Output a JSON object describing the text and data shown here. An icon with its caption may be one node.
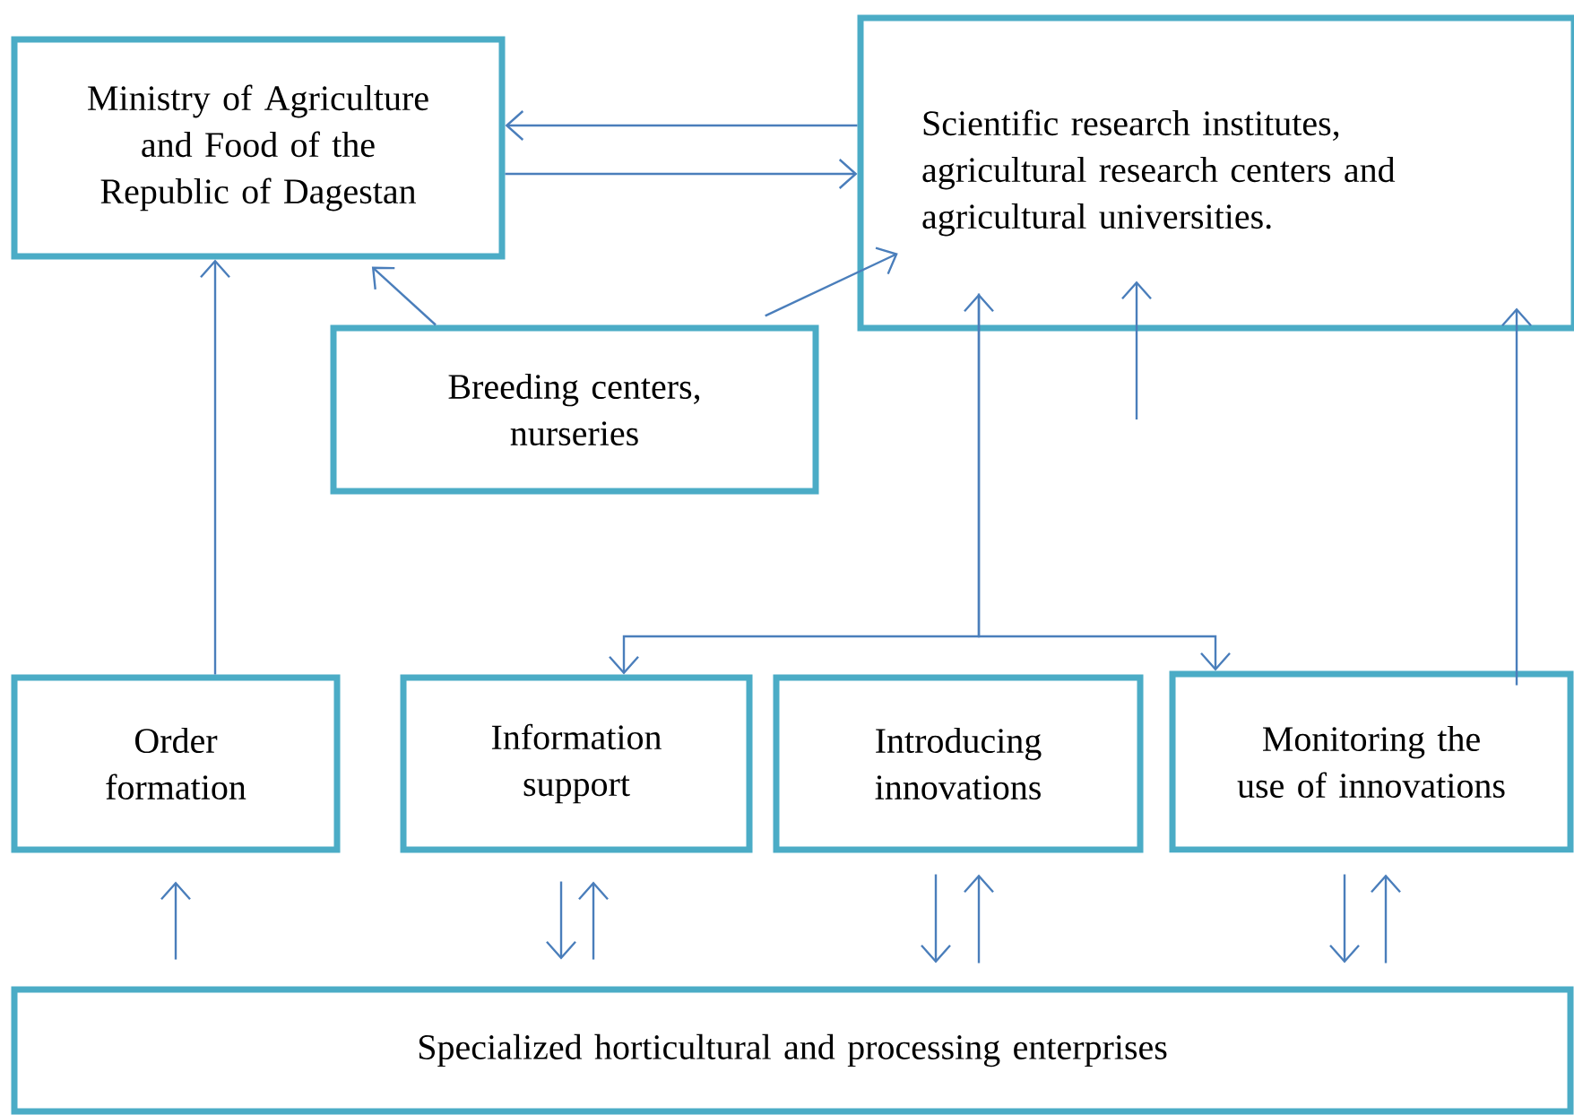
{
  "diagram": {
    "nodes": [
      {
        "text": [
          "Ministry of Agriculture and Food of the Republic of Dagestan"
        ]
      },
      {
        "text": [
          "Scientific research institutes, agricultural research centers and agricultural universities."
        ]
      },
      {
        "text": [
          "Breeding centers, nurseries"
        ]
      },
      {
        "text": [
          "Order formation"
        ]
      },
      {
        "text": [
          "Information support"
        ]
      },
      {
        "text": [
          "Introducing innovations"
        ]
      },
      {
        "text": [
          "Monitoring the use of innovations"
        ]
      },
      {
        "text": [
          "Specialized horticultural and processing enterprises"
        ]
      }
    ],
    "edges": [
      {
        "from": 1,
        "to": 0,
        "arrow": "to"
      },
      {
        "from": 0,
        "to": 1,
        "arrow": "to"
      },
      {
        "from": 2,
        "to": 0,
        "arrow": "to"
      },
      {
        "from": 2,
        "to": 1,
        "arrow": "to"
      },
      {
        "from": 3,
        "to": 0,
        "arrow": "to"
      },
      {
        "from": 4,
        "to": 1,
        "arrow": "both"
      },
      {
        "from": 1,
        "to": 6,
        "arrow": "to"
      },
      {
        "from": null,
        "to": 1,
        "arrow": "to"
      },
      {
        "from": 6,
        "to": 1,
        "arrow": "to"
      },
      {
        "from": 7,
        "to": 3,
        "arrow": "to"
      },
      {
        "from": 4,
        "to": 7,
        "arrow": "to"
      },
      {
        "from": 7,
        "to": 4,
        "arrow": "to"
      },
      {
        "from": 5,
        "to": 7,
        "arrow": "to"
      },
      {
        "from": 7,
        "to": 5,
        "arrow": "to"
      },
      {
        "from": 6,
        "to": 7,
        "arrow": "to"
      },
      {
        "from": 7,
        "to": 6,
        "arrow": "to"
      }
    ]
  }
}
